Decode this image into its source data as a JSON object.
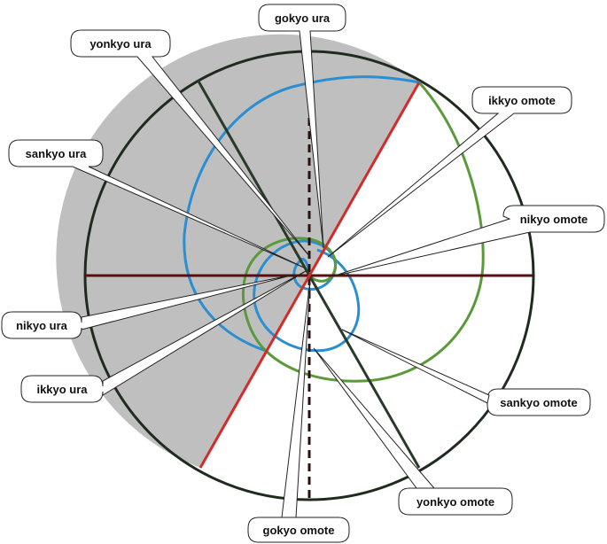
{
  "diagram": {
    "colors": {
      "shade": "#bfbfbf",
      "outer_circle": "#1e2b1e",
      "horizontal_axis": "#5a0f0f",
      "vertical_axis": "#2a1010",
      "diagonal_dark": "#2a3a2a",
      "diagonal_red": "#d42a2a",
      "blue_spiral": "#2a8fd0",
      "green_spiral": "#5a9a3a",
      "callout_fill": "#ffffff",
      "callout_stroke": "#222222"
    },
    "callouts": {
      "gokyo_ura": "gokyo ura",
      "yonkyo_ura": "yonkyo  ura",
      "ikkyo_omote": "ikkyo omote",
      "sankyo_ura": "sankyo ura",
      "nikyo_omote": "nikyo omote",
      "nikyo_ura": "nikyo ura",
      "ikkyo_ura": "ikkyo ura",
      "sankyo_omote": "sankyo omote",
      "yonkyo_omote": "yonkyo  omote",
      "gokyo_omote": "gokyo omote"
    }
  }
}
